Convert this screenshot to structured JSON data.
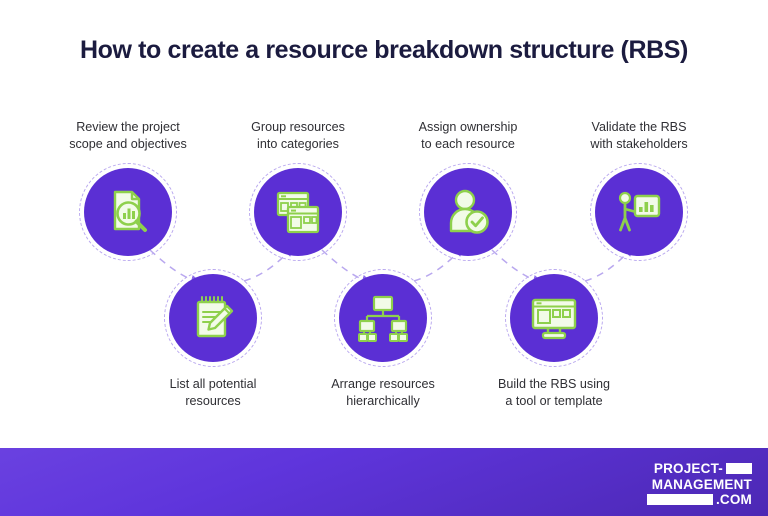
{
  "page": {
    "title": "How to create a resource breakdown structure (RBS)",
    "background": "#ffffff",
    "title_color": "#1b1b3f",
    "accent_purple": "#5b2fd4",
    "accent_green": "#8ed04c",
    "dashed_color": "#b9a8ef",
    "arrow_color": "#8a6ae8"
  },
  "steps": [
    {
      "index": 1,
      "label": "Review the project\nscope and objectives",
      "icon": "document-magnifier-chart-icon",
      "row": "top"
    },
    {
      "index": 2,
      "label": "List all potential\nresources",
      "icon": "notepad-pencil-icon",
      "row": "bottom"
    },
    {
      "index": 3,
      "label": "Group resources\ninto categories",
      "icon": "stacked-windows-icon",
      "row": "top"
    },
    {
      "index": 4,
      "label": "Arrange resources\nhierarchically",
      "icon": "org-chart-hierarchy-icon",
      "row": "bottom"
    },
    {
      "index": 5,
      "label": "Assign ownership\nto each resource",
      "icon": "person-check-icon",
      "row": "top"
    },
    {
      "index": 6,
      "label": "Build the RBS using\na tool or template",
      "icon": "monitor-dashboard-icon",
      "row": "bottom"
    },
    {
      "index": 7,
      "label": "Validate the RBS\nwith stakeholders",
      "icon": "presenter-board-chart-icon",
      "row": "top"
    }
  ],
  "footer": {
    "logo_line1": "PROJECT-",
    "logo_line2": "MANAGEMENT",
    "logo_line3": ".COM",
    "background_from": "#6a41e0",
    "background_to": "#4c28b4"
  }
}
